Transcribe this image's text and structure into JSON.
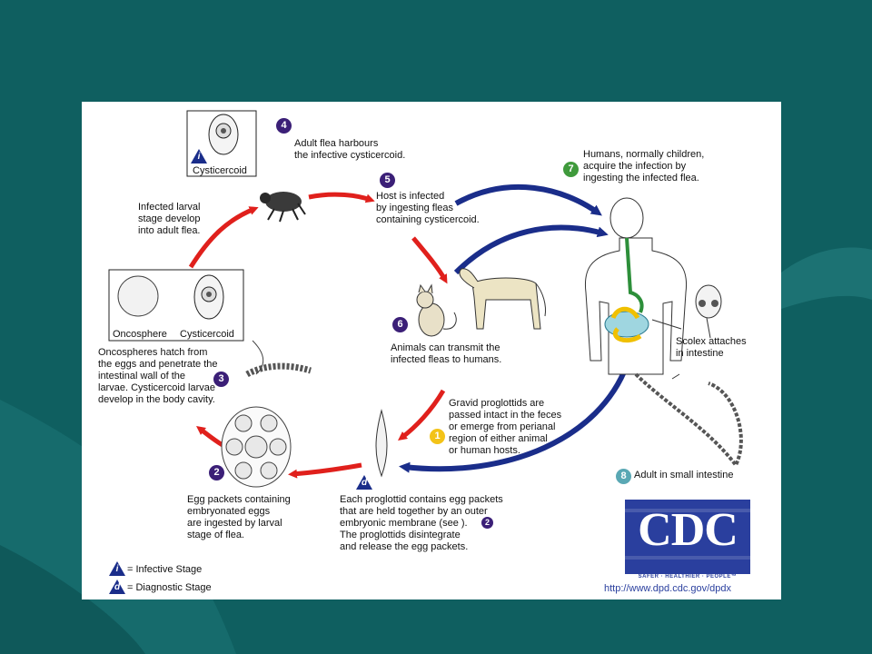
{
  "labels": {
    "step4": "Adult flea harbours\nthe infective cysticercoid.",
    "step5": "Host is infected\nby ingesting fleas\ncontaining cysticercoid.",
    "step6": "Animals can transmit the\ninfected fleas to humans.",
    "step7": "Humans, normally children,\nacquire the infection by\ningesting the infected flea.",
    "step1": "Gravid proglottids are\npassed intact in the feces\nor emerge from perianal\nregion of either animal\nor human hosts.",
    "step8": "Adult in small intestine",
    "stepd": "Each proglottid contains egg packets\nthat are held together by an outer\nembryonic membrane (see ).\nThe proglottids disintegrate\nand release the egg packets.",
    "step2": "Egg packets containing\nembryonated eggs\nare ingested by larval\nstage of flea.",
    "step3": "Oncospheres hatch from\nthe eggs and penetrate the\nintestinal wall of the\nlarvae. Cysticercoid larvae\ndevelop in the body cavity.",
    "larval": "Infected larval\nstage develop\ninto adult flea.",
    "scolex": "Scolex attaches\nin intestine",
    "cyst_top": "Cysticercoid",
    "oncosphere": "Oncosphere",
    "cyst_left": "Cysticercoid"
  },
  "badges": {
    "b1": "1",
    "b2": "2",
    "b3": "3",
    "b4": "4",
    "b5": "5",
    "b6": "6",
    "b7": "7",
    "b8": "8",
    "inline2": "2"
  },
  "legend": {
    "i_symbol": "i",
    "d_symbol": "d",
    "infective": "= Infective Stage",
    "diagnostic": "= Diagnostic Stage"
  },
  "cdc": {
    "logo": "CDC",
    "tagline": "SAFER · HEALTHIER · PEOPLE™",
    "url": "http://www.dpd.cdc.gov/dpdx"
  },
  "colors": {
    "background": "#0f5f60",
    "red_arrow": "#e0201c",
    "blue_arrow": "#1a2d8a",
    "purple_badge": "#3b1f77",
    "green_badge": "#3f9a3c",
    "yellow_badge": "#f3c318",
    "cdc_blue": "#2a3f9e"
  }
}
